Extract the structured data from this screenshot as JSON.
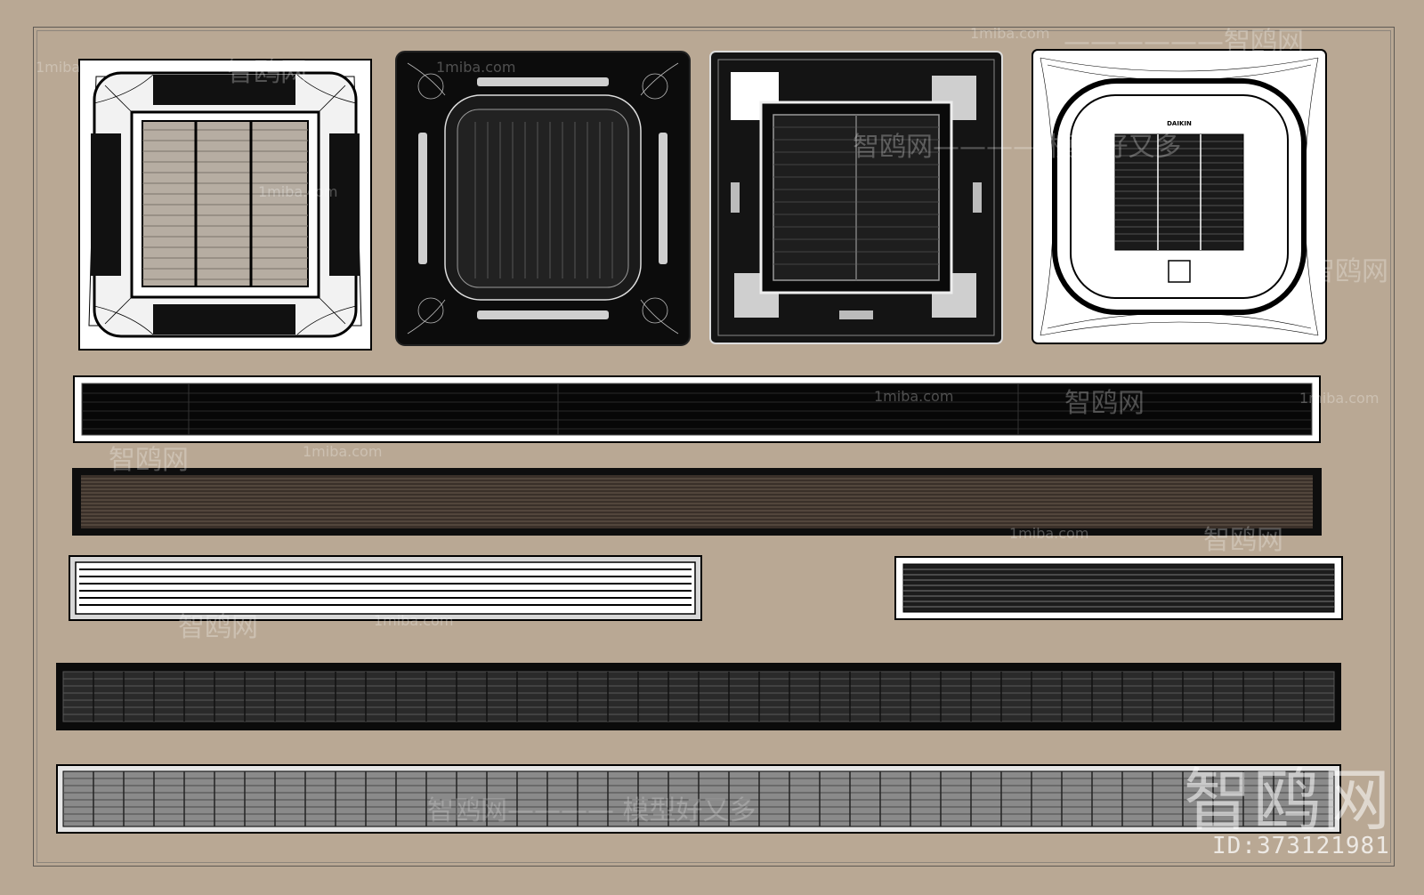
{
  "watermarks": {
    "site": "1miba.com",
    "brand": "智鸥网",
    "dash_line": "——————",
    "slogan": "智鸥网———— 模型好又多",
    "logo": "智鸥网",
    "id_text": "ID:373121981"
  },
  "panel_brand_text": "DAIKIN",
  "colors": {
    "background": "#b9a894",
    "wire_dark": "#111111",
    "wire_light": "#ffffff"
  },
  "items": [
    {
      "kind": "cassette",
      "style": "white-frame-grey-grille"
    },
    {
      "kind": "cassette",
      "style": "black-panel"
    },
    {
      "kind": "cassette",
      "style": "dark-panel-white-corners"
    },
    {
      "kind": "cassette",
      "style": "white-rounded-panel"
    },
    {
      "kind": "linear-grille",
      "style": "white-frame-black-fill"
    },
    {
      "kind": "linear-grille",
      "style": "brown-slats"
    },
    {
      "kind": "linear-grille",
      "style": "white-slats-short"
    },
    {
      "kind": "linear-grille",
      "style": "dark-slats-short"
    },
    {
      "kind": "linear-grille",
      "style": "black-segmented"
    },
    {
      "kind": "linear-grille",
      "style": "grey-segmented"
    }
  ]
}
